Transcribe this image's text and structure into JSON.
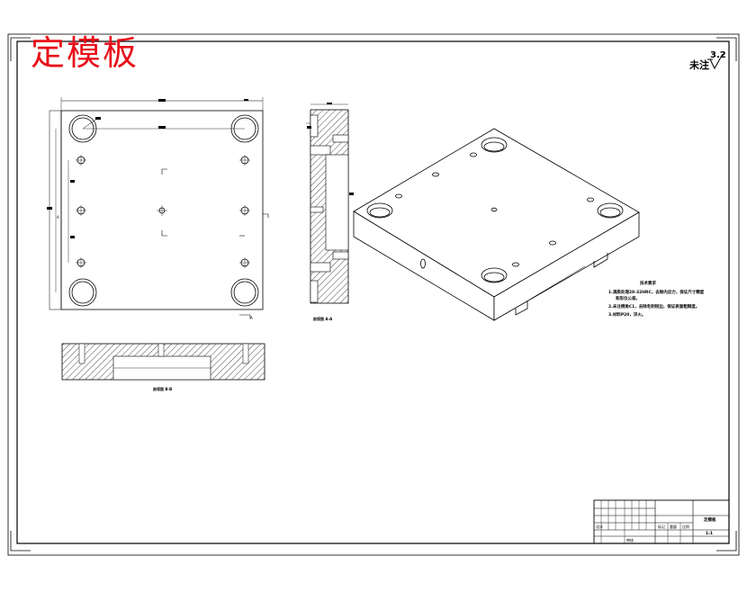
{
  "drawing": {
    "title": "定模板",
    "roughness_label": "未注",
    "roughness_value": "3.2",
    "section_aa_caption": "剖视图 A-A",
    "section_bb_caption": "剖视图 B-B",
    "section_marker": "A",
    "notes": {
      "heading": "技术要求",
      "line1": "1.调质处理28-32HRC，去除内应力，保证尺寸精度",
      "line1b": "和形位公差。",
      "line2": "2.未注倒角C1，去除毛刺锐边，保证表面粗糙度。",
      "line3": "3.材料P20，淬火。"
    },
    "title_block": {
      "part_name": "定模板",
      "scale": "1:1",
      "cell_design": "设计",
      "cell_check": "审核",
      "cell_mark": "标记",
      "cell_weight": "重量",
      "cell_ratio": "比例"
    },
    "colors": {
      "line": "#000000",
      "title": "#e8101a",
      "paper": "#ffffff"
    }
  }
}
